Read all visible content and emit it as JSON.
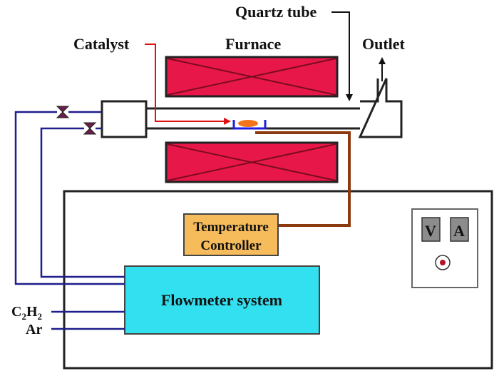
{
  "labels": {
    "quartz_tube": "Quartz tube",
    "catalyst": "Catalyst",
    "furnace": "Furnace",
    "outlet": "Outlet",
    "temperature_controller_line1": "Temperature",
    "temperature_controller_line2": "Controller",
    "flowmeter_system": "Flowmeter system",
    "gas_c2h2_main": "C",
    "gas_c2h2_sub1": "2",
    "gas_c2h2_mid": "H",
    "gas_c2h2_sub2": "2",
    "gas_ar": "Ar",
    "meter_v": "V",
    "meter_a": "A"
  },
  "colors": {
    "furnace_fill": "#e8174a",
    "furnace_pattern": "#7a0c20",
    "gas_line": "#1e1e8c",
    "catalyst_arrow": "#e01010",
    "thermocouple": "#8b3a10",
    "temp_controller_fill": "#f6bb5a",
    "flowmeter_fill": "#33e0ef",
    "meter_button_fill": "#8c8c8c",
    "valve_fill": "#6a1e4a",
    "catalyst_fill": "#f2751b"
  }
}
